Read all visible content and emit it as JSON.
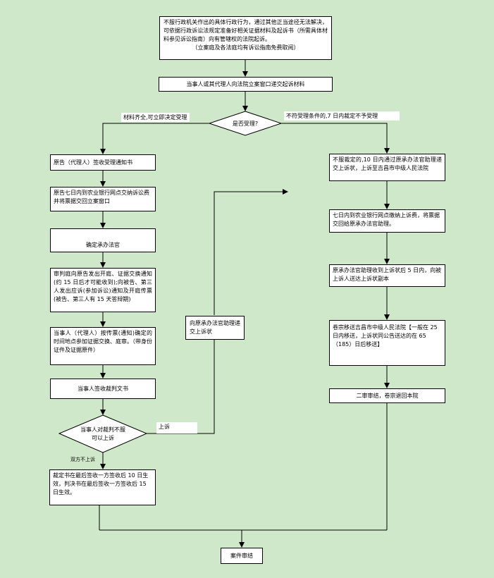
{
  "boxes": {
    "top": {
      "text": "不服行政机关作出的具体行政行为，通过其他正当途径无法解决，可依据行政诉讼法规定准备好相关证据材料及起诉书（所需具体材料参见诉讼指南）向有管辖权的法院起诉。",
      "note": "（立案庭及各法庭均有诉讼指南免费取阅）"
    },
    "submit": "当事人或其代理人向法院立案窗口递交起诉材料",
    "accept_q": "是否受理?",
    "receive_notice": "原告（代理人）签收受理通知书",
    "pay_fee": "原告七日内到农业银行网点交纳诉讼费并将票据交回立案窗口",
    "assign_judge": "确定承办法官",
    "trial_court": "审判庭向原告发出开庭、证据交换通知(约 15 日后才可能收到);向被告、第三人发出应诉(参加诉讼)通知及开庭传票(被告、第三人有 15 天答辩期)",
    "attend": "当事人（代理人）按传票(通知)确定的时间地点参加证据交换、庭审。（带身份证件及证据原件）",
    "sign_judgment": "当事人签收裁判文书",
    "appeal_q": "当事人对裁判不服可以上诉",
    "effective": "裁定书在最后签收一方签收后 10 日生效，判决书在最后签收一方签收后 15 日生效。",
    "to_judge": "向原承办法官助理递交上诉状",
    "reject_appeal": "不服裁定的,10 日内通过原承办法官助理递交上诉状，上诉至吉昌市中级人民法院",
    "appeal_fee": "七日内到农业银行网点缴纳上诉费，将票据交回给原承办法官助理。",
    "serve_appeal": "原承办法官助理收到上诉状后 5 日内，向被上诉人送达上诉状副本",
    "transfer": "卷宗移送吉昌市中级人民法院【一般在 25 日内移送，上诉状同公告送达的在 65（185）日后移送】",
    "second_instance": "二审审结，卷宗退回本院",
    "close": "案件审结"
  },
  "labels": {
    "accept_yes": "材料齐全,可立即决定受理",
    "accept_no": "不符受理条件的,7 日内裁定不予受理",
    "appeal": "上诉",
    "no_appeal": "双方不上诉"
  }
}
